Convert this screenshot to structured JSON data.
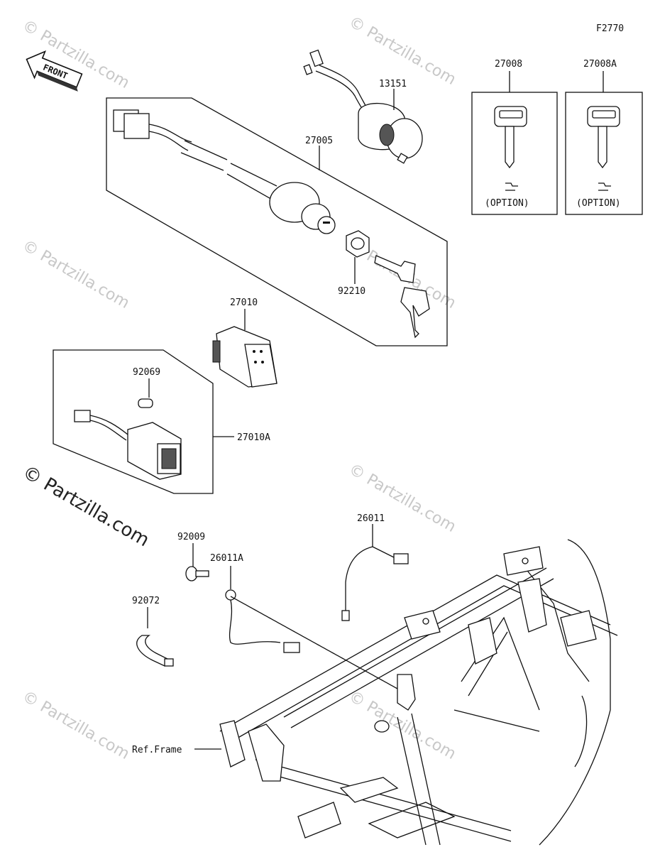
{
  "figure_code": "F2770",
  "front_label": "FRONT",
  "watermark": "© Partzilla.com",
  "copyright_mark": "© Partzilla.com",
  "parts": {
    "p13151": "13151",
    "p27005": "27005",
    "p27008": "27008",
    "p27008a": "27008A",
    "p92210": "92210",
    "p27010": "27010",
    "p27010a": "27010A",
    "p92069": "92069",
    "p92009": "92009",
    "p26011": "26011",
    "p26011a": "26011A",
    "p92072": "92072",
    "ref_frame": "Ref.Frame"
  },
  "option_label": "(OPTION)"
}
